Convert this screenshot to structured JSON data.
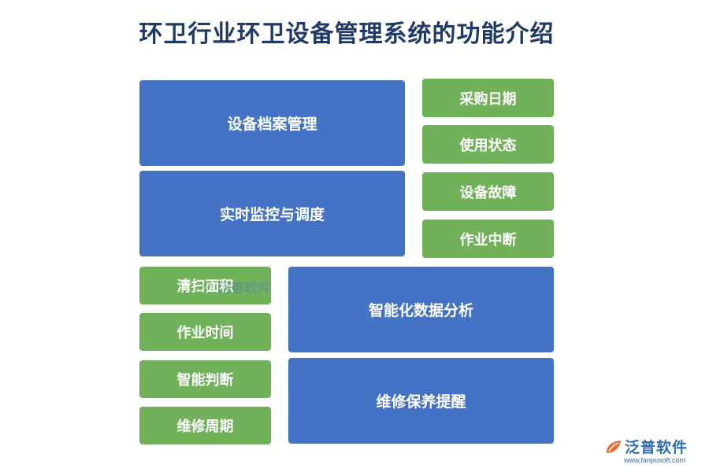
{
  "title": "环卫行业环卫设备管理系统的功能介绍",
  "blue_boxes": [
    "设备档案管理",
    "实时监控与调度",
    "智能化数据分析",
    "维修保养提醒"
  ],
  "green_boxes_right": [
    "采购日期",
    "使用状态",
    "设备故障",
    "作业中断"
  ],
  "green_boxes_left": [
    "清扫面积",
    "作业时间",
    "智能判断",
    "维修周期"
  ],
  "logo": {
    "name": "泛普软件",
    "url": "www.fanpusoft.com"
  },
  "watermark": {
    "name": "泛普软件"
  },
  "colors": {
    "blue": "#4472c4",
    "green": "#70b15a",
    "title": "#1f3a66"
  }
}
